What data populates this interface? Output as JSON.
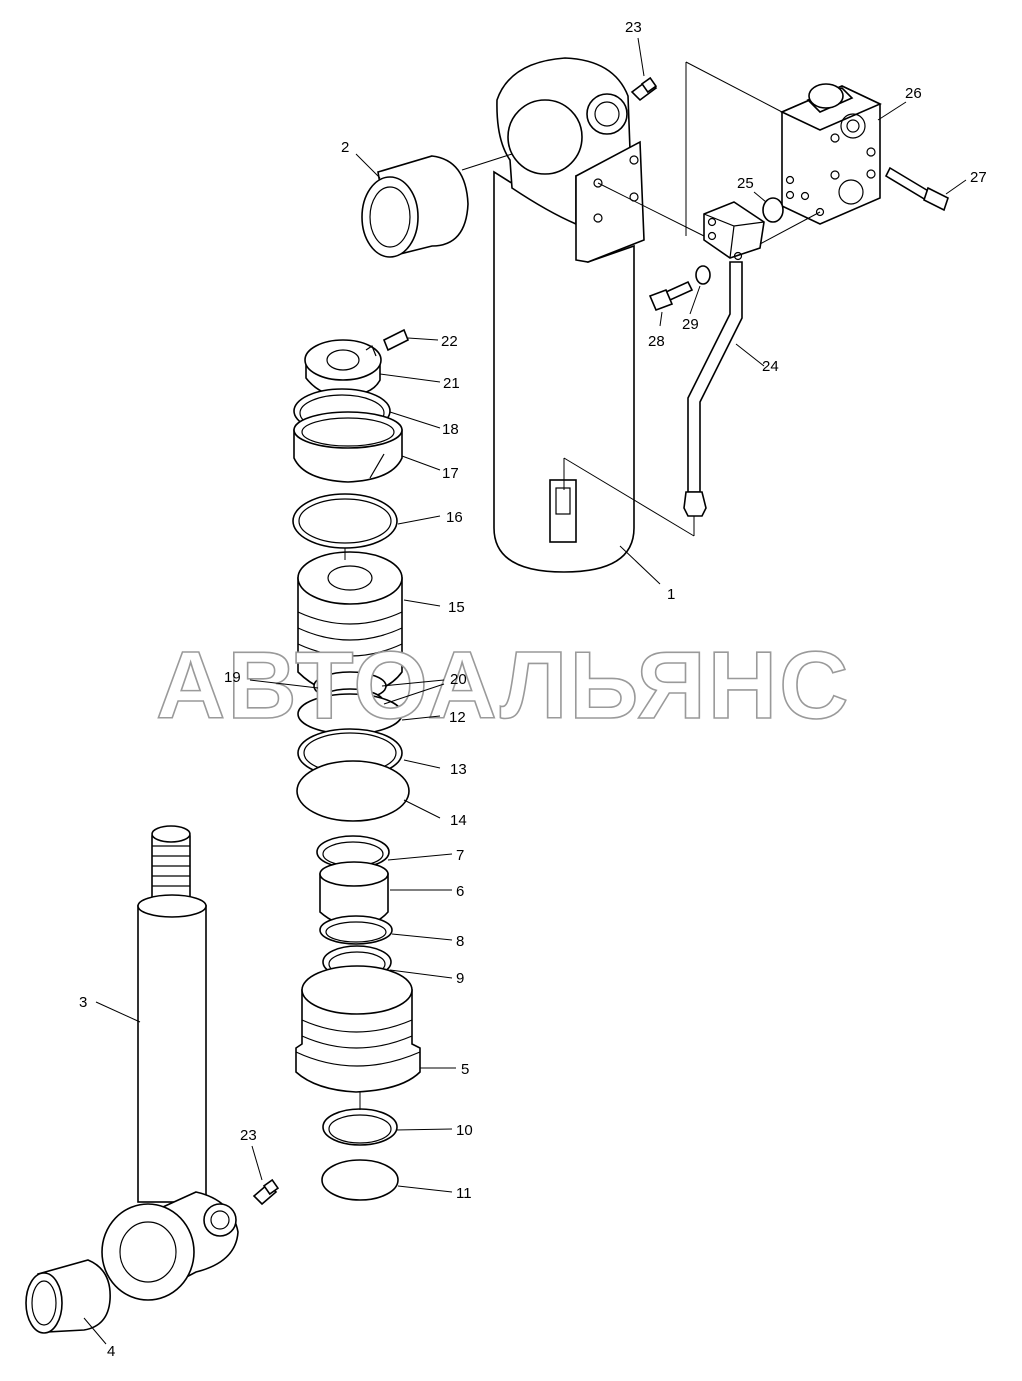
{
  "diagram": {
    "watermark": "АВТОАЛЬЯНС",
    "callouts": {
      "c1": "1",
      "c2": "2",
      "c3": "3",
      "c4": "4",
      "c5": "5",
      "c6": "6",
      "c7": "7",
      "c8": "8",
      "c9": "9",
      "c10": "10",
      "c11": "11",
      "c12": "12",
      "c13": "13",
      "c14": "14",
      "c15": "15",
      "c16": "16",
      "c17": "17",
      "c18": "18",
      "c19": "19",
      "c20": "20",
      "c21": "21",
      "c22": "22",
      "c23_top": "23",
      "c23_bottom": "23",
      "c24": "24",
      "c25": "25",
      "c26": "26",
      "c27": "27",
      "c28": "28",
      "c29": "29"
    }
  }
}
